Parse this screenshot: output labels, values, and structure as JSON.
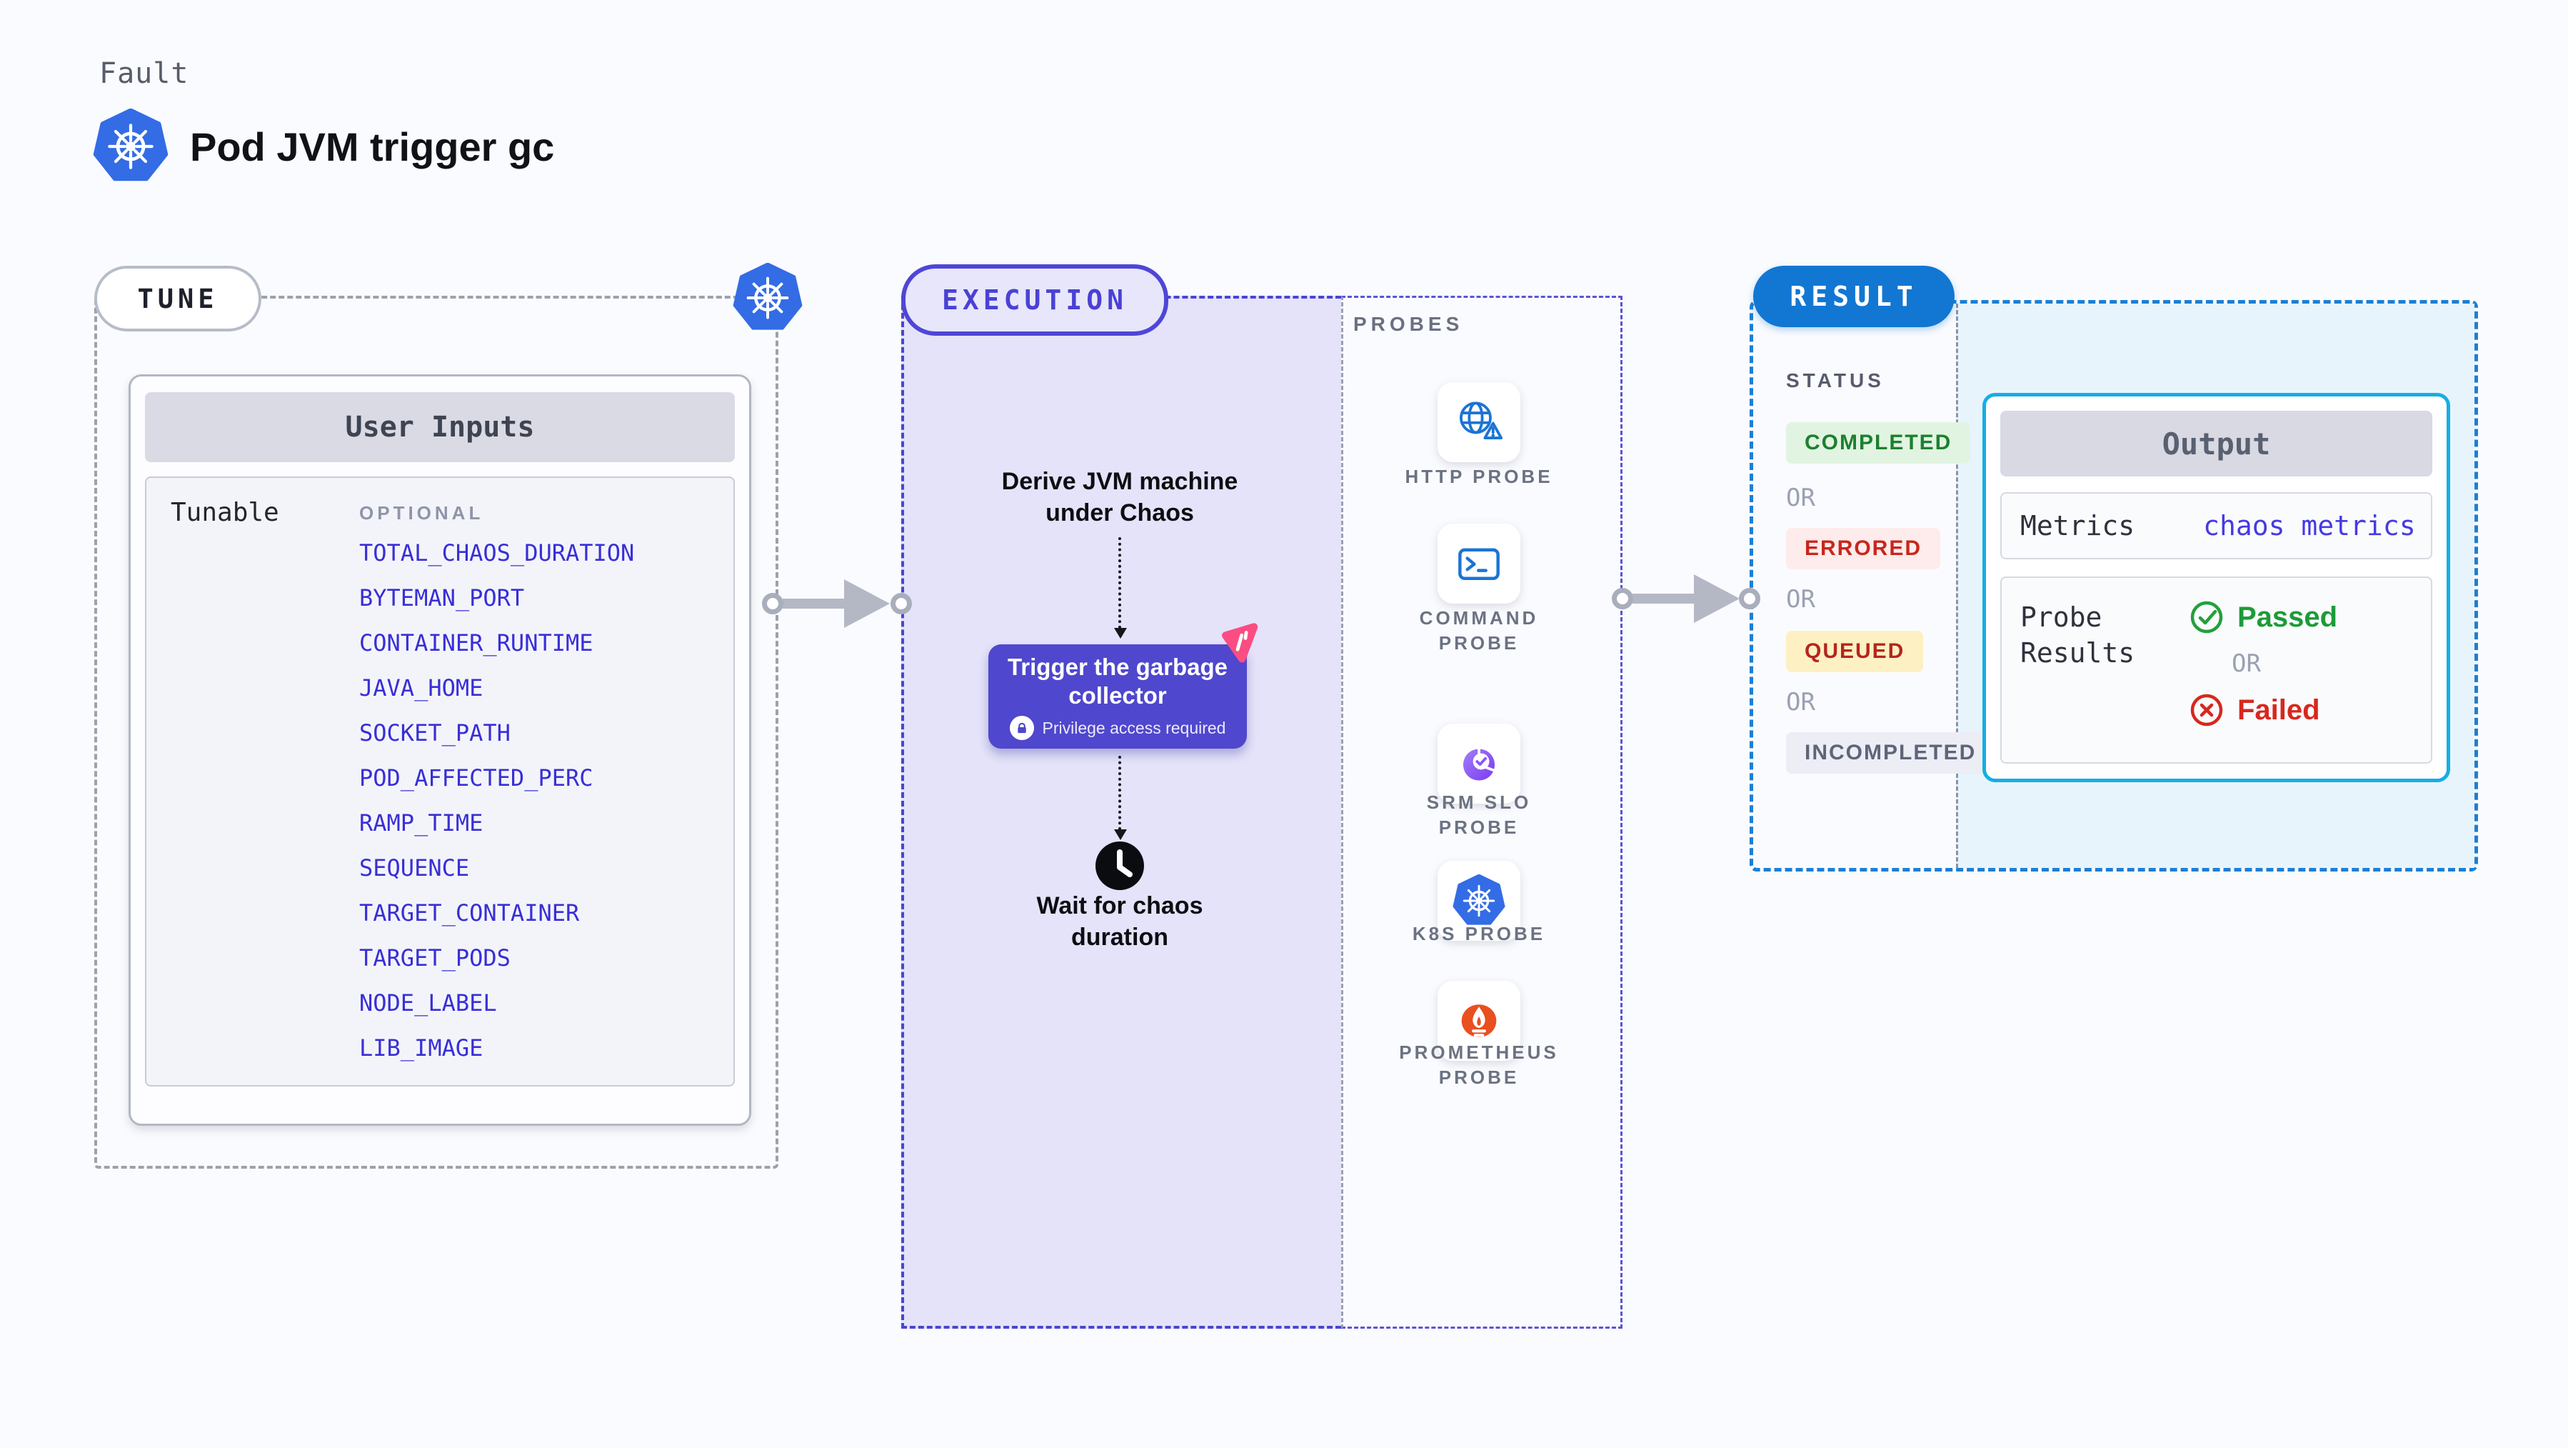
{
  "header": {
    "kicker": "Fault",
    "title": "Pod JVM trigger gc"
  },
  "tune": {
    "badge": "TUNE",
    "panel_header": "User Inputs",
    "row_label": "Tunable",
    "optional_label": "OPTIONAL",
    "params": [
      "TOTAL_CHAOS_DURATION",
      "BYTEMAN_PORT",
      "CONTAINER_RUNTIME",
      "JAVA_HOME",
      "SOCKET_PATH",
      "POD_AFFECTED_PERC",
      "RAMP_TIME",
      "SEQUENCE",
      "TARGET_CONTAINER",
      "TARGET_PODS",
      "NODE_LABEL",
      "LIB_IMAGE"
    ]
  },
  "execution": {
    "badge": "EXECUTION",
    "derive_text": "Derive JVM machine under Chaos",
    "trigger_title": "Trigger the garbage collector",
    "privilege_text": "Privilege access required",
    "wait_text": "Wait for chaos duration"
  },
  "probes": {
    "heading": "PROBES",
    "items": [
      {
        "label": "HTTP PROBE",
        "icon": "http-globe-warning-icon"
      },
      {
        "label": "COMMAND PROBE",
        "icon": "command-terminal-icon"
      },
      {
        "label": "SRM SLO PROBE",
        "icon": "srm-slo-gauge-icon"
      },
      {
        "label": "K8S PROBE",
        "icon": "kubernetes-icon"
      },
      {
        "label": "PROMETHEUS PROBE",
        "icon": "prometheus-flame-icon"
      }
    ]
  },
  "result": {
    "badge": "RESULT",
    "status_heading": "STATUS",
    "or_label": "OR",
    "statuses": [
      {
        "label": "COMPLETED",
        "bg": "#e1f4e1",
        "color": "#1c8030"
      },
      {
        "label": "ERRORED",
        "bg": "#fdeceb",
        "color": "#c9261c"
      },
      {
        "label": "QUEUED",
        "bg": "#fdf0c2",
        "color": "#b3261e"
      },
      {
        "label": "INCOMPLETED",
        "bg": "#ecedf5",
        "color": "#5f6579"
      }
    ],
    "output": {
      "header": "Output",
      "metrics_label": "Metrics",
      "metrics_value": "chaos metrics",
      "probe_results_label": "Probe Results",
      "passed_label": "Passed",
      "or_label": "OR",
      "failed_label": "Failed"
    }
  },
  "colors": {
    "accent_indigo": "#4f46d6",
    "param_blue": "#382fd6",
    "result_blue": "#1277d3",
    "output_cyan": "#15aee3",
    "kubernetes_blue": "#336ce5",
    "passed_green": "#1d9b38",
    "failed_red": "#d7281d",
    "queued_yellow_bg": "#fdf0c2",
    "execution_lavender": "#e4e3f9",
    "arrow_gray": "#b4b8c5"
  }
}
